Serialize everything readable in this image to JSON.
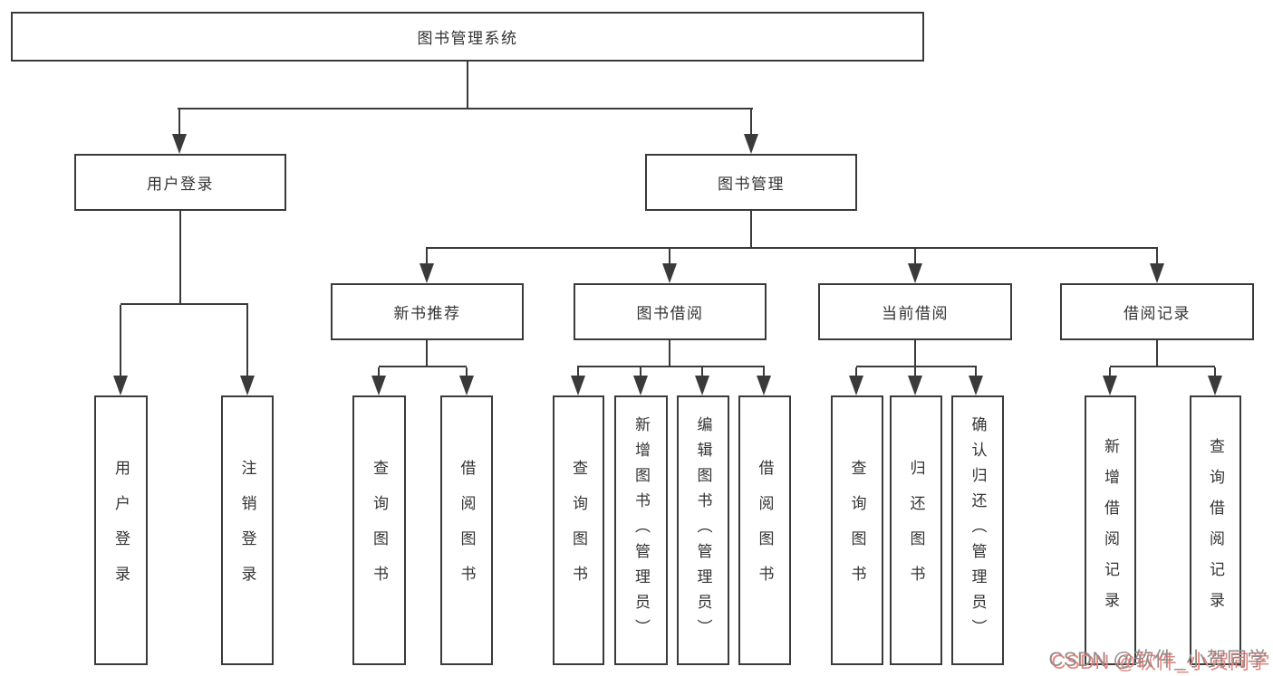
{
  "diagram": {
    "title": "图书管理系统",
    "branches": [
      {
        "label": "用户登录",
        "children": [
          "用户登录",
          "注销登录"
        ]
      },
      {
        "label": "图书管理",
        "children": [
          {
            "label": "新书推荐",
            "children": [
              "查询图书",
              "借阅图书"
            ]
          },
          {
            "label": "图书借阅",
            "children": [
              "查询图书",
              "新增图书（管理员）",
              "编辑图书（管理员）",
              "借阅图书"
            ]
          },
          {
            "label": "当前借阅",
            "children": [
              "查询图书",
              "归还图书",
              "确认归还（管理员）"
            ]
          },
          {
            "label": "借阅记录",
            "children": [
              "新增借阅记录",
              "查询借阅记录"
            ]
          }
        ]
      }
    ]
  },
  "watermark": {
    "text": "CSDN @软件_小贺同学"
  },
  "colors": {
    "line": "#3a3a3a",
    "text": "#333333",
    "background": "#ffffff",
    "watermark_gray": "#8c8c8c",
    "watermark_pink": "#f08078"
  }
}
